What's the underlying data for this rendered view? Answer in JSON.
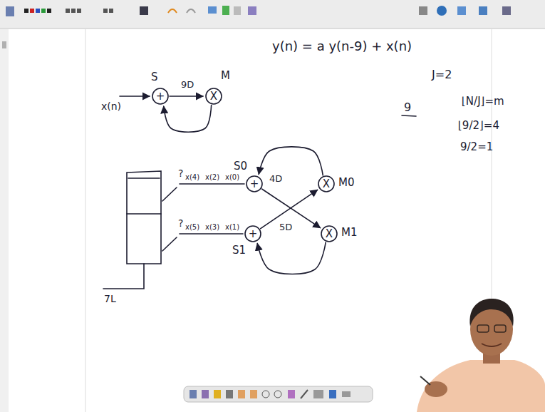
{
  "diagram": {
    "nodes": [
      {
        "text": [
          "S",
          "+"
        ]
      },
      {
        "text": [
          "M",
          "X"
        ]
      },
      {
        "text": [
          "S0",
          "+"
        ]
      },
      {
        "text": [
          "X",
          "M0"
        ]
      },
      {
        "text": [
          "+",
          "S1"
        ]
      },
      {
        "text": [
          "X",
          "M1"
        ]
      }
    ],
    "edges": [
      {
        "from": 0,
        "to": 1,
        "label": "9D",
        "arrow": "to"
      },
      {
        "from": 1,
        "to": 0,
        "arrow": "to"
      },
      {
        "from": 2,
        "to": 5,
        "label": "4D",
        "arrow": "to"
      },
      {
        "from": 4,
        "to": 3,
        "label": "5D",
        "arrow": "to"
      },
      {
        "from": 3,
        "to": 2,
        "arrow": "to"
      },
      {
        "from": 5,
        "to": 4,
        "arrow": "to"
      }
    ],
    "labels": [
      "y(n) = a y(n-9) + x(n)",
      "J=2",
      "9",
      "⌊N/J⌋=m",
      "⌊9/2⌋=4",
      "9/2=1",
      "x(n)",
      "?",
      "?",
      "x(4)",
      "x(2)",
      "x(0)",
      "x(5)",
      "x(3)",
      "x(1)",
      "7L"
    ]
  }
}
